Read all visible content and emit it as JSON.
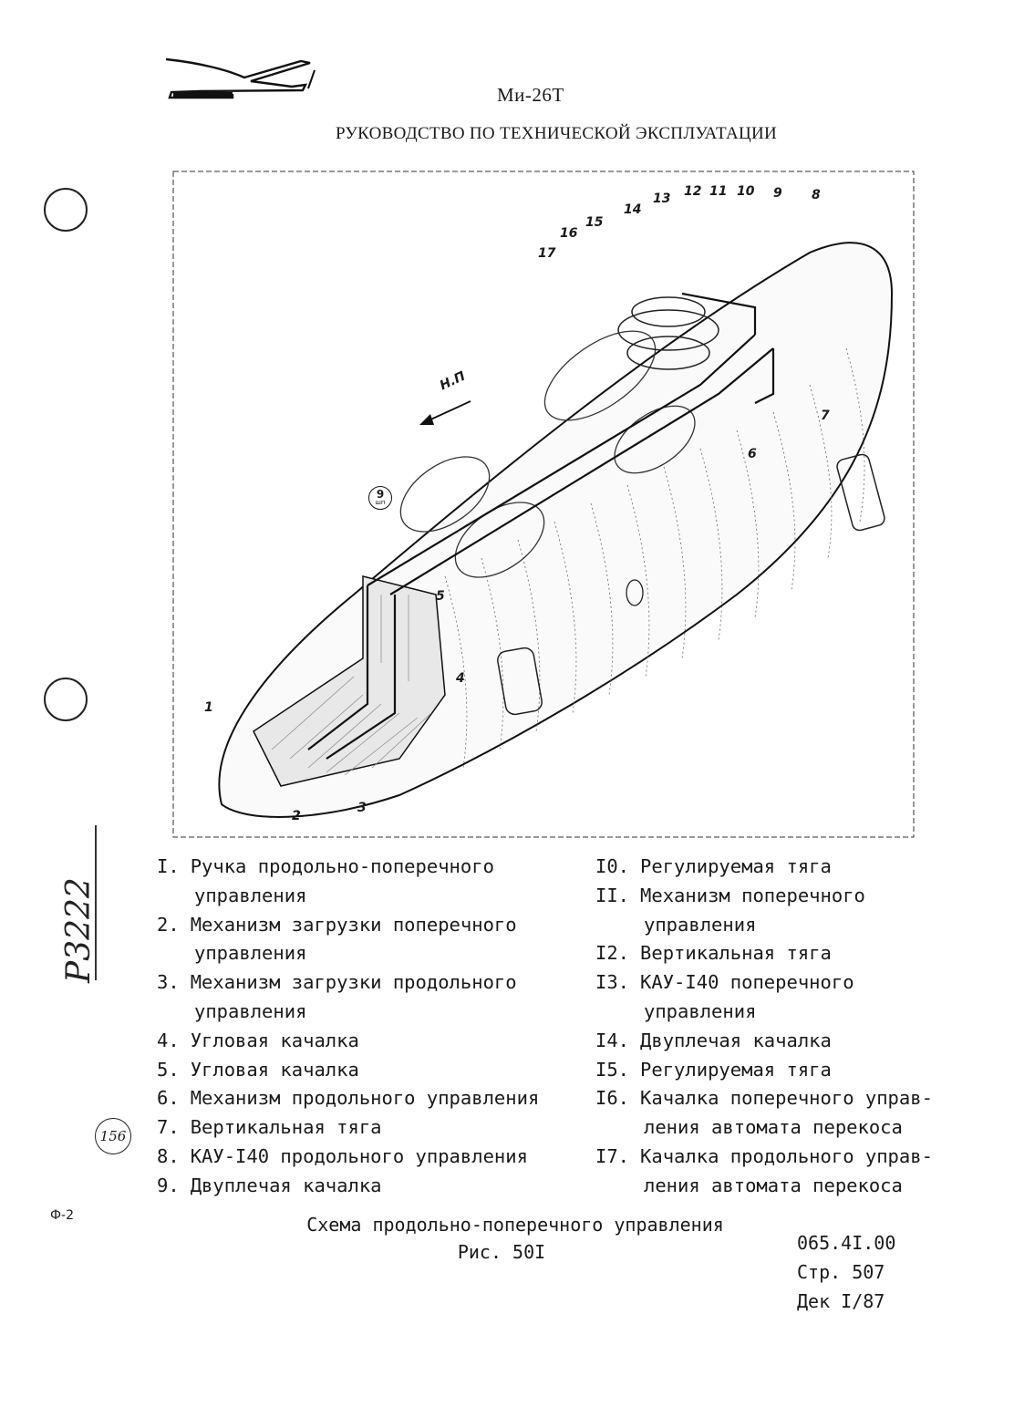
{
  "header": {
    "model": "Ми-26Т",
    "manual_title": "РУКОВОДСТВО ПО ТЕХНИЧЕСКОЙ ЭКСПЛУАТАЦИИ",
    "logo": "helicopter-logo-icon"
  },
  "figure": {
    "direction_label": "Н.П",
    "callouts": [
      "1",
      "2",
      "3",
      "4",
      "5",
      "6",
      "7",
      "8",
      "9",
      "10",
      "11",
      "12",
      "13",
      "14",
      "15",
      "16",
      "17"
    ],
    "circled_label": "9",
    "circled_sublabel": "шп"
  },
  "legend_left": [
    {
      "num": "I.",
      "text": "Ручка продольно-поперечного",
      "cont": "управления"
    },
    {
      "num": "2.",
      "text": "Механизм загрузки поперечного",
      "cont": "управления"
    },
    {
      "num": "3.",
      "text": "Механизм загрузки продольного",
      "cont": "управления"
    },
    {
      "num": "4.",
      "text": "Угловая качалка",
      "cont": ""
    },
    {
      "num": "5.",
      "text": "Угловая качалка",
      "cont": ""
    },
    {
      "num": "6.",
      "text": "Механизм продольного управления",
      "cont": ""
    },
    {
      "num": "7.",
      "text": "Вертикальная тяга",
      "cont": ""
    },
    {
      "num": "8.",
      "text": "КАУ-I40 продольного управления",
      "cont": ""
    },
    {
      "num": "9.",
      "text": "Двуплечая качалка",
      "cont": ""
    }
  ],
  "legend_right": [
    {
      "num": "I0.",
      "text": "Регулируемая тяга",
      "cont": ""
    },
    {
      "num": "II.",
      "text": "Механизм поперечного",
      "cont": "управления"
    },
    {
      "num": "I2.",
      "text": "Вертикальная тяга",
      "cont": ""
    },
    {
      "num": "I3.",
      "text": "КАУ-I40 поперечного",
      "cont": "управления"
    },
    {
      "num": "I4.",
      "text": "Двуплечая качалка",
      "cont": ""
    },
    {
      "num": "I5.",
      "text": "Регулируемая тяга",
      "cont": ""
    },
    {
      "num": "I6.",
      "text": "Качалка поперечного управ-",
      "cont": "ления автомата перекоса"
    },
    {
      "num": "I7.",
      "text": "Качалка продольного управ-",
      "cont": "ления автомата перекоса"
    }
  ],
  "caption": {
    "line1": "Схема продольно-поперечного управления",
    "line2": "Рис. 50I"
  },
  "doc_ref": {
    "code": "065.4I.00",
    "page": "Стр. 507",
    "date": "Дек I/87"
  },
  "margin": {
    "handwritten": "Р3222",
    "stamp": "156",
    "form_code": "Ф-2"
  }
}
